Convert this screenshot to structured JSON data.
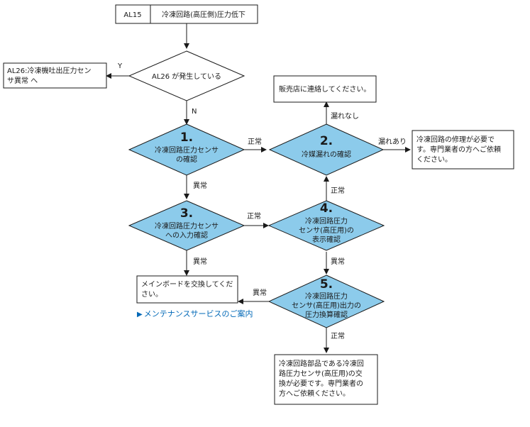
{
  "title": {
    "code": "AL15",
    "text": "冷凍回路(高圧側)圧力低下"
  },
  "start_decision": {
    "text": "AL26 が発生している",
    "yes": "Y",
    "no": "N"
  },
  "al26_box": {
    "line1": "AL26:冷凍機吐出圧力セン",
    "line2": "サ異常 へ"
  },
  "step1": {
    "num": "1.",
    "line1": "冷凍回路圧力センサ",
    "line2": "の確認"
  },
  "step2": {
    "num": "2.",
    "line1": "冷媒漏れの確認"
  },
  "step3": {
    "num": "3.",
    "line1": "冷凍回路圧力センサ",
    "line2": "への入力確認"
  },
  "step4": {
    "num": "4.",
    "line1": "冷凍回路圧力",
    "line2": "センサ(高圧用)の",
    "line3": "表示確認"
  },
  "step5": {
    "num": "5.",
    "line1": "冷凍回路圧力",
    "line2": "センサ(高圧用)出力の",
    "line3": "圧力換算確認"
  },
  "dealer_box": {
    "text": "販売店に連絡してください。"
  },
  "repair_box": {
    "line1": "冷凍回路の修理が必要で",
    "line2": "す。専門業者の方へご依頼",
    "line3": "ください。"
  },
  "mainboard_box": {
    "line1": "メインボードを交換してくだ",
    "line2": "さい。"
  },
  "replace_box": {
    "line1": "冷凍回路部品である冷凍回",
    "line2": "路圧力センサ(高圧用)の交",
    "line3": "換が必要です。専門業者の",
    "line4": "方へご依頼ください。"
  },
  "labels": {
    "normal": "正常",
    "abnormal": "異常",
    "no_leak": "漏れなし",
    "leak": "漏れあり"
  },
  "service_link": {
    "arrow": "▶",
    "text": "メンテナンスサービスのご案内"
  }
}
